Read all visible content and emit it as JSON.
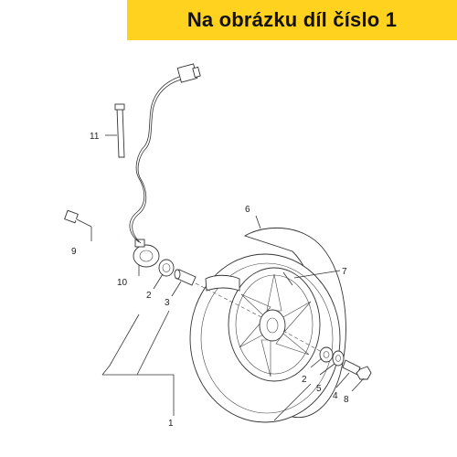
{
  "banner": {
    "text": "Na obrázku díl číslo 1"
  },
  "callouts": {
    "c1": "1",
    "c2a": "2",
    "c2b": "2",
    "c3": "3",
    "c4": "4",
    "c5": "5",
    "c6": "6",
    "c7": "7",
    "c8": "8",
    "c9": "9",
    "c10": "10",
    "c11": "11"
  },
  "colors": {
    "banner": "#ffd21f",
    "line": "#333333"
  }
}
